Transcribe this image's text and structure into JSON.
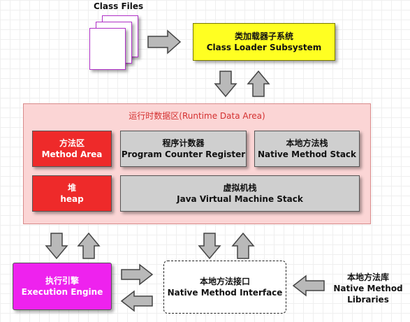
{
  "class_files": {
    "label": "Class Files"
  },
  "class_loader": {
    "zh": "类加载器子系统",
    "en": "Class Loader Subsystem",
    "color": "#ffff22"
  },
  "runtime_area": {
    "title": "运行时数据区(Runtime Data Area)",
    "bg": "#fbd5d5",
    "border": "#d88a8a",
    "title_color": "#d43030"
  },
  "method_area": {
    "zh": "方法区",
    "en": "Method Area",
    "color": "#ee2a2a"
  },
  "program_counter": {
    "zh": "程序计数器",
    "en": "Program Counter Register",
    "color": "#cfcfcf"
  },
  "native_method_stack": {
    "zh": "本地方法栈",
    "en": "Native Method Stack",
    "color": "#cfcfcf"
  },
  "heap": {
    "zh": "堆",
    "en": "heap",
    "color": "#ee2a2a"
  },
  "jvm_stack": {
    "zh": "虚拟机栈",
    "en": "Java Virtual Machine Stack",
    "color": "#cfcfcf"
  },
  "execution_engine": {
    "zh": "执行引擎",
    "en": "Execution Engine",
    "color": "#ee22ee"
  },
  "native_interface": {
    "zh": "本地方法接口",
    "en": "Native Method Interface"
  },
  "native_libraries": {
    "zh": "本地方法库",
    "en_line1": "Native Method",
    "en_line2": "Libraries"
  },
  "arrow_color": "#b9b9b9"
}
